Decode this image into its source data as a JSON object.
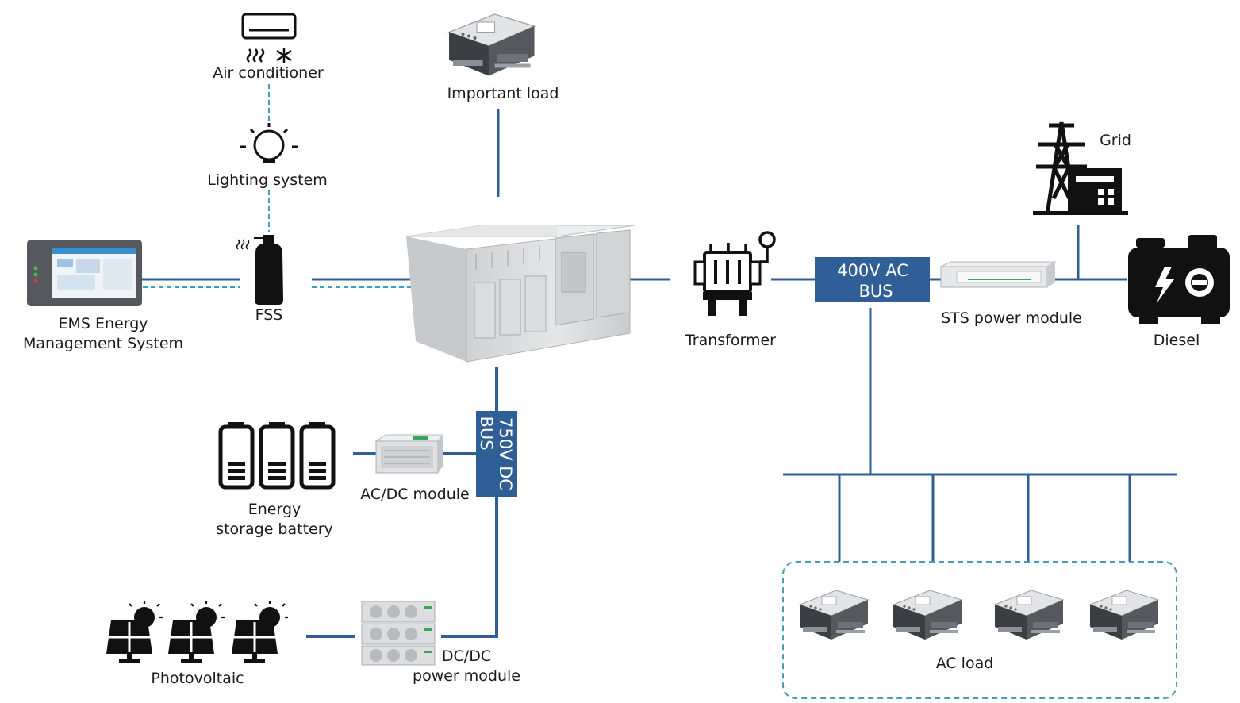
{
  "diagram": {
    "colors": {
      "line": "#2f5f96",
      "dashed_line": "#3aa0c8",
      "bus_fill": "#2f5f96",
      "icon_dark": "#111111",
      "device_gray": "#d9dbdd",
      "ac_load_border": "#4a9bb5"
    },
    "components": {
      "air_conditioner": {
        "label": "Air conditioner",
        "icon": "air-conditioner-icon"
      },
      "lighting_system": {
        "label": "Lighting system",
        "icon": "lightbulb-icon"
      },
      "important_load": {
        "label": "Important load",
        "icon": "load-device-icon"
      },
      "ems": {
        "label_line1": "EMS Energy",
        "label_line2": "Management System",
        "icon": "touchscreen-panel-icon"
      },
      "fss": {
        "label": "FSS",
        "icon": "fire-extinguisher-icon"
      },
      "container": {
        "icon": "storage-container-icon"
      },
      "transformer": {
        "label": "Transformer",
        "icon": "transformer-icon"
      },
      "ac_bus": {
        "line1": "400V AC",
        "line2": "BUS"
      },
      "sts": {
        "label": "STS power module",
        "icon": "rack-module-icon"
      },
      "grid": {
        "label": "Grid",
        "icon": "power-tower-icon"
      },
      "diesel": {
        "label": "Diesel",
        "icon": "generator-icon"
      },
      "dc_bus": {
        "line1": "750V DC",
        "line2": "BUS"
      },
      "battery": {
        "label_line1": "Energy",
        "label_line2": "storage battery",
        "icon": "battery-icon"
      },
      "acdc": {
        "label": "AC/DC module",
        "icon": "rack-module-icon"
      },
      "pv": {
        "label": "Photovoltaic",
        "icon": "solar-panel-icon"
      },
      "dcdc": {
        "label_line1": "DC/DC",
        "label_line2": "power module",
        "icon": "fan-rack-icon"
      },
      "ac_load": {
        "label": "AC load",
        "icon": "load-device-icon"
      }
    }
  }
}
